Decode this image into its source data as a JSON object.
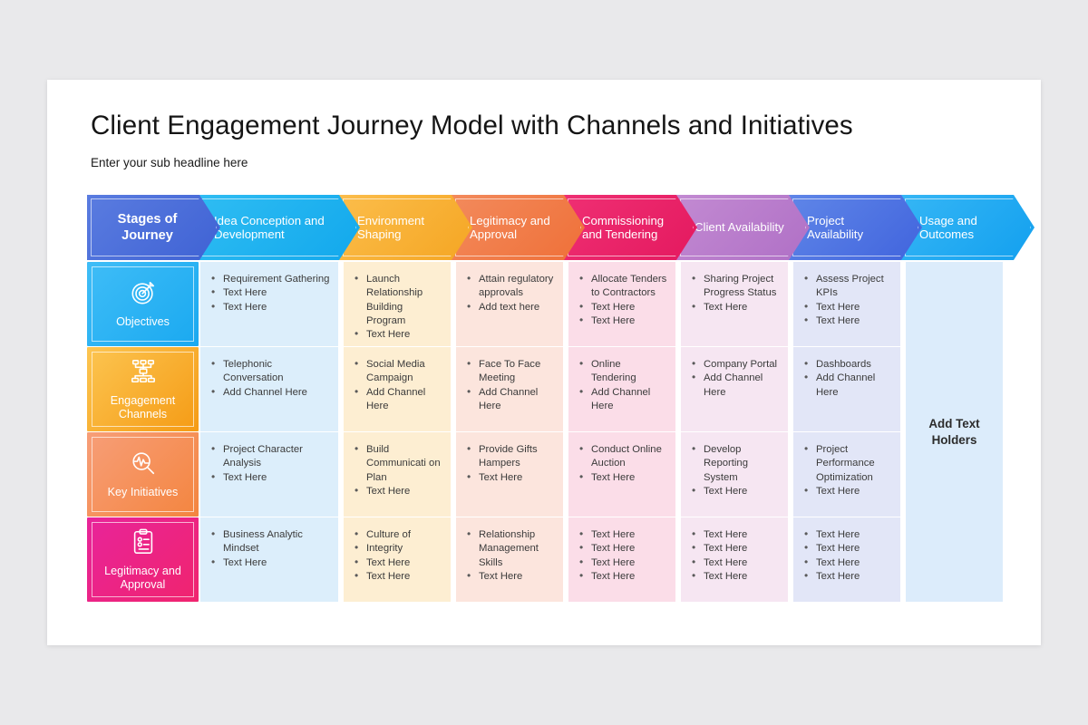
{
  "slide": {
    "title": "Client Engagement Journey Model with Channels and Initiatives",
    "subtitle": "Enter your sub headline here"
  },
  "header": {
    "stages": [
      {
        "label": "Stages of Journey",
        "color_from": "#5a7ce0",
        "color_to": "#3f62d4"
      },
      {
        "label": "Idea Conception and Development",
        "color_from": "#2fbdf3",
        "color_to": "#12a8ec"
      },
      {
        "label": "Environment Shaping",
        "color_from": "#fbbd4b",
        "color_to": "#f5a623"
      },
      {
        "label": "Legitimacy and Approval",
        "color_from": "#f38a5c",
        "color_to": "#ef7038"
      },
      {
        "label": "Commissioning and Tendering",
        "color_from": "#ef2f73",
        "color_to": "#e4195f"
      },
      {
        "label": "Client Availability",
        "color_from": "#c28ad2",
        "color_to": "#b070c6"
      },
      {
        "label": "Project Availability",
        "color_from": "#5f86e8",
        "color_to": "#4164dd"
      },
      {
        "label": "Usage and Outcomes",
        "color_from": "#35b6f5",
        "color_to": "#13a0ef"
      }
    ]
  },
  "rows": [
    {
      "label": "Objectives",
      "icon": "target-icon",
      "color_from": "#3fbdf7",
      "color_to": "#1aa9f0",
      "cells": [
        {
          "items": [
            "Requirement Gathering",
            "Text Here",
            "Text Here"
          ],
          "bg": "#dceefb"
        },
        {
          "items": [
            "Launch Relationship Building Program",
            "Text Here"
          ],
          "bg": "#fdeed2"
        },
        {
          "items": [
            "Attain regulatory approvals",
            "Add text here"
          ],
          "bg": "#fce5dd"
        },
        {
          "items": [
            "Allocate Tenders to Contractors",
            "Text Here",
            "Text Here"
          ],
          "bg": "#fbdde8"
        },
        {
          "items": [
            "Sharing Project Progress Status",
            "Text Here"
          ],
          "bg": "#f6e6f2"
        },
        {
          "items": [
            "Assess Project KPIs",
            "Text Here",
            "Text Here"
          ],
          "bg": "#e2e6f7"
        }
      ]
    },
    {
      "label": "Engagement Channels",
      "icon": "org-chart-icon",
      "color_from": "#fcc551",
      "color_to": "#f59b15",
      "cells": [
        {
          "items": [
            "Telephonic Conversation",
            "Add Channel Here"
          ],
          "bg": "#dceefb"
        },
        {
          "items": [
            "Social Media Campaign",
            "Add Channel Here"
          ],
          "bg": "#fdeed2"
        },
        {
          "items": [
            "Face To Face Meeting",
            "Add Channel Here"
          ],
          "bg": "#fce5dd"
        },
        {
          "items": [
            "Online Tendering",
            "Add Channel Here"
          ],
          "bg": "#fbdde8"
        },
        {
          "items": [
            "Company Portal",
            "Add Channel Here"
          ],
          "bg": "#f6e6f2"
        },
        {
          "items": [
            "Dashboards",
            "Add Channel Here"
          ],
          "bg": "#e2e6f7"
        }
      ]
    },
    {
      "label": "Key Initiatives",
      "icon": "analytics-search-icon",
      "color_from": "#f79e78",
      "color_to": "#f4853f",
      "cells": [
        {
          "items": [
            "Project Character Analysis",
            "Text Here"
          ],
          "bg": "#dceefb"
        },
        {
          "items": [
            "Build Communicati on Plan",
            "Text Here"
          ],
          "bg": "#fdeed2"
        },
        {
          "items": [
            "Provide Gifts Hampers",
            "Text Here"
          ],
          "bg": "#fce5dd"
        },
        {
          "items": [
            "Conduct Online Auction",
            "Text Here"
          ],
          "bg": "#fbdde8"
        },
        {
          "items": [
            "Develop Reporting System",
            "Text Here"
          ],
          "bg": "#f6e6f2"
        },
        {
          "items": [
            "Project Performance Optimization",
            "Text Here"
          ],
          "bg": "#e2e6f7"
        }
      ]
    },
    {
      "label": "Legitimacy and Approval",
      "icon": "clipboard-check-icon",
      "color_from": "#e8249a",
      "color_to": "#f0246e",
      "cells": [
        {
          "items": [
            "Business Analytic Mindset",
            "Text Here"
          ],
          "bg": "#dceefb"
        },
        {
          "items": [
            "Culture of",
            "Integrity",
            "Text Here",
            "Text Here"
          ],
          "bg": "#fdeed2"
        },
        {
          "items": [
            "Relationship Management Skills",
            "Text Here"
          ],
          "bg": "#fce5dd"
        },
        {
          "items": [
            "Text Here",
            "Text Here",
            "Text Here",
            "Text Here"
          ],
          "bg": "#fbdde8"
        },
        {
          "items": [
            "Text Here",
            "Text Here",
            "Text Here",
            "Text Here"
          ],
          "bg": "#f6e6f2"
        },
        {
          "items": [
            "Text Here",
            "Text Here",
            "Text Here",
            "Text Here"
          ],
          "bg": "#e2e6f7"
        }
      ]
    }
  ],
  "last_column": {
    "label": "Add Text Holders",
    "bg": "#dcecfb"
  }
}
